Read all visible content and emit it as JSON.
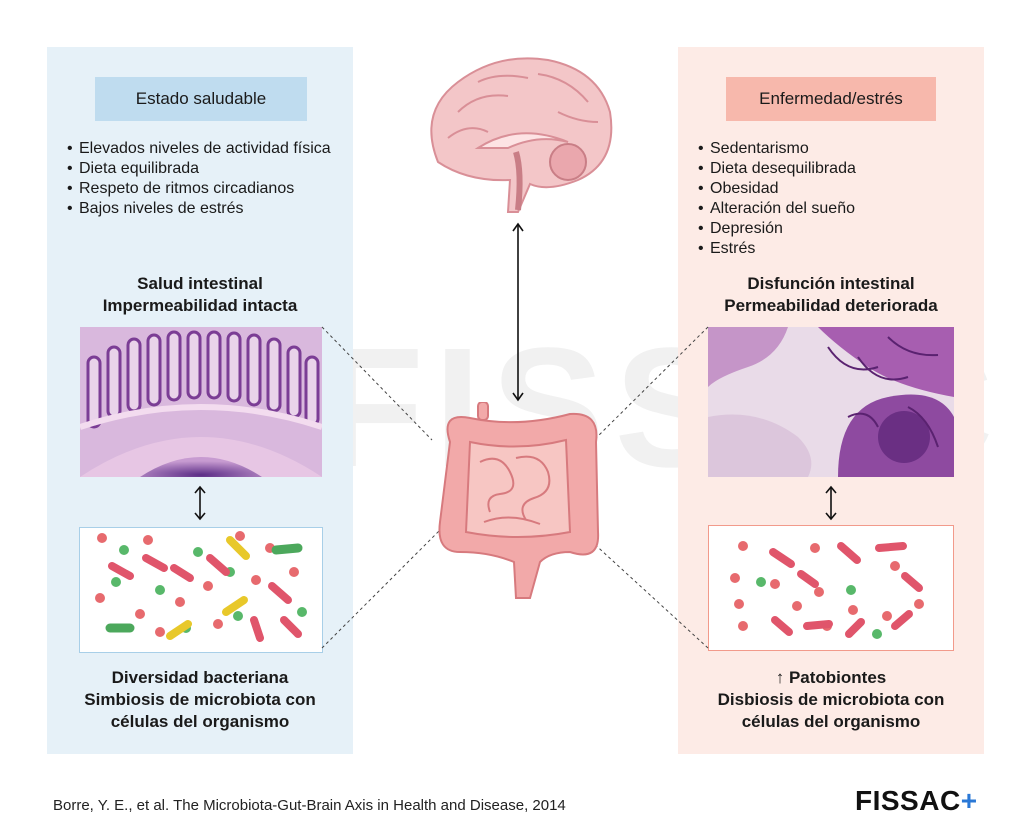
{
  "watermark": "FISSAC",
  "healthy": {
    "title": "Estado saludable",
    "factors": [
      "Elevados niveles de actividad física",
      "Dieta equilibrada",
      "Respeto de ritmos circadianos",
      "Bajos niveles de estrés"
    ],
    "intestine_caption": [
      "Salud intestinal",
      "Impermeabilidad intacta"
    ],
    "microbiota_caption": [
      "Diversidad bacteriana",
      "Simbiosis de microbiota con",
      "células del organismo"
    ]
  },
  "disease": {
    "title": "Enfermedad/estrés",
    "factors": [
      "Sedentarismo",
      "Dieta desequilibrada",
      "Obesidad",
      "Alteración del sueño",
      "Depresión",
      "Estrés"
    ],
    "intestine_caption": [
      "Disfunción intestinal",
      "Permeabilidad deteriorada"
    ],
    "microbiota_caption": [
      "↑ Patobiontes",
      "Disbiosis de microbiota con",
      "células del organismo"
    ]
  },
  "citation": "Borre, Y. E., et al. The Microbiota-Gut-Brain Axis in Health and Disease, 2014",
  "logo": {
    "text": "FISSAC",
    "plus": "+"
  },
  "colors": {
    "healthy_bg": "#e6f1f8",
    "healthy_header": "#bfdcef",
    "disease_bg": "#fdebe6",
    "disease_header": "#f7b8ac",
    "logo_plus": "#2a78d6"
  }
}
